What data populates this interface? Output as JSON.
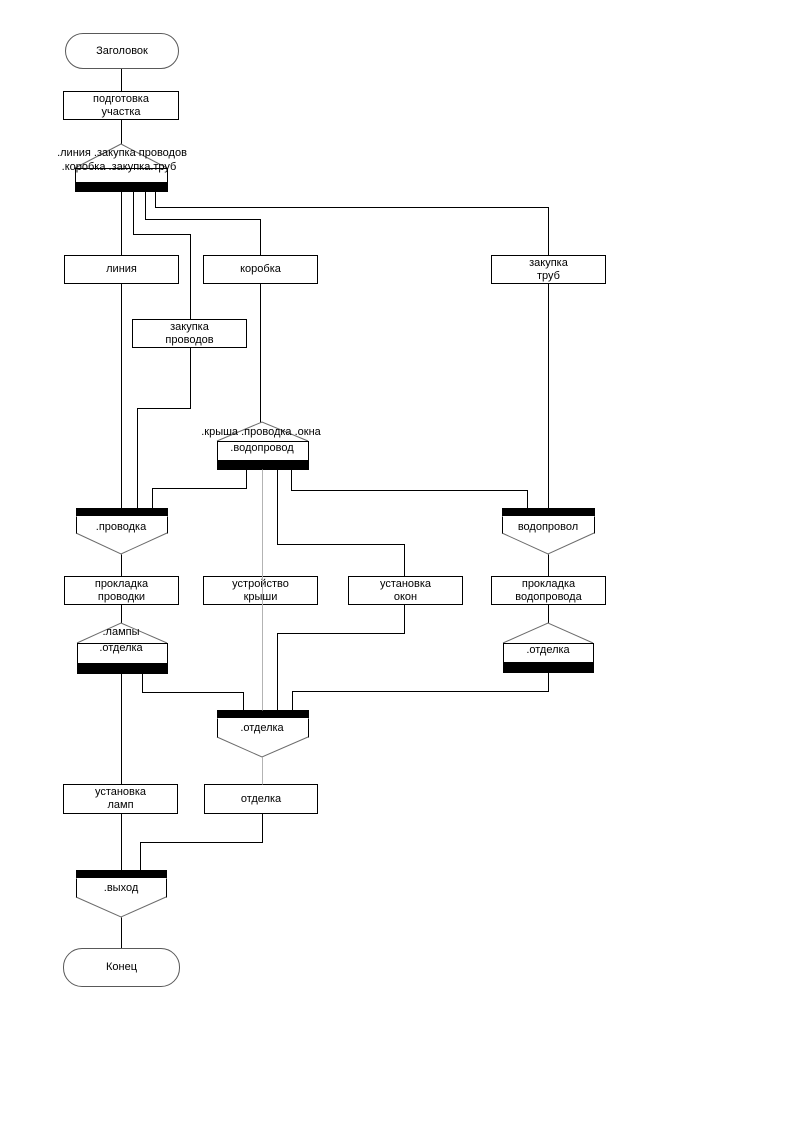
{
  "diagram": {
    "background": "#ffffff",
    "line_color": "#000000",
    "outline_color": "#6b6b6b",
    "gray_line_color": "#b3b3b3",
    "nodes": {
      "start": {
        "label": "Заголовок"
      },
      "site_prep": {
        "line1": "подготовка",
        "line2": "участка"
      },
      "fork_main": {
        "line1": ".линия .закупка проводов",
        "line2": ".коробка .закупка.труб"
      },
      "line_box": {
        "label": "линия"
      },
      "junction_box": {
        "label": "коробка"
      },
      "pipes_purchase": {
        "line1": "закупка",
        "line2": "труб"
      },
      "wires_purchase": {
        "line1": "закупка",
        "line2": "проводов"
      },
      "fork_mid": {
        "line1": ".крыша .проводка .окна",
        "line2": ".водопровод"
      },
      "join_wiring": {
        "label": ".проводка"
      },
      "join_plumbing": {
        "label": "водопровол"
      },
      "wiring_laying": {
        "line1": "прокладка",
        "line2": "проводки"
      },
      "roof_setup": {
        "line1": "устройство",
        "line2": "крыши"
      },
      "windows_install": {
        "line1": "установка",
        "line2": "окон"
      },
      "plumbing_laying": {
        "line1": "прокладка",
        "line2": "водопровода"
      },
      "fork_lamps_finish": {
        "line1": ".лампы",
        "line2": ".отделка"
      },
      "fork_finish_right": {
        "label": ".отделка"
      },
      "join_finish": {
        "label": ".отделка"
      },
      "lamps_install": {
        "line1": "установка",
        "line2": "ламп"
      },
      "finish_box": {
        "label": "отделка"
      },
      "join_exit": {
        "label": ".выход"
      },
      "end": {
        "label": "Конец"
      }
    }
  }
}
